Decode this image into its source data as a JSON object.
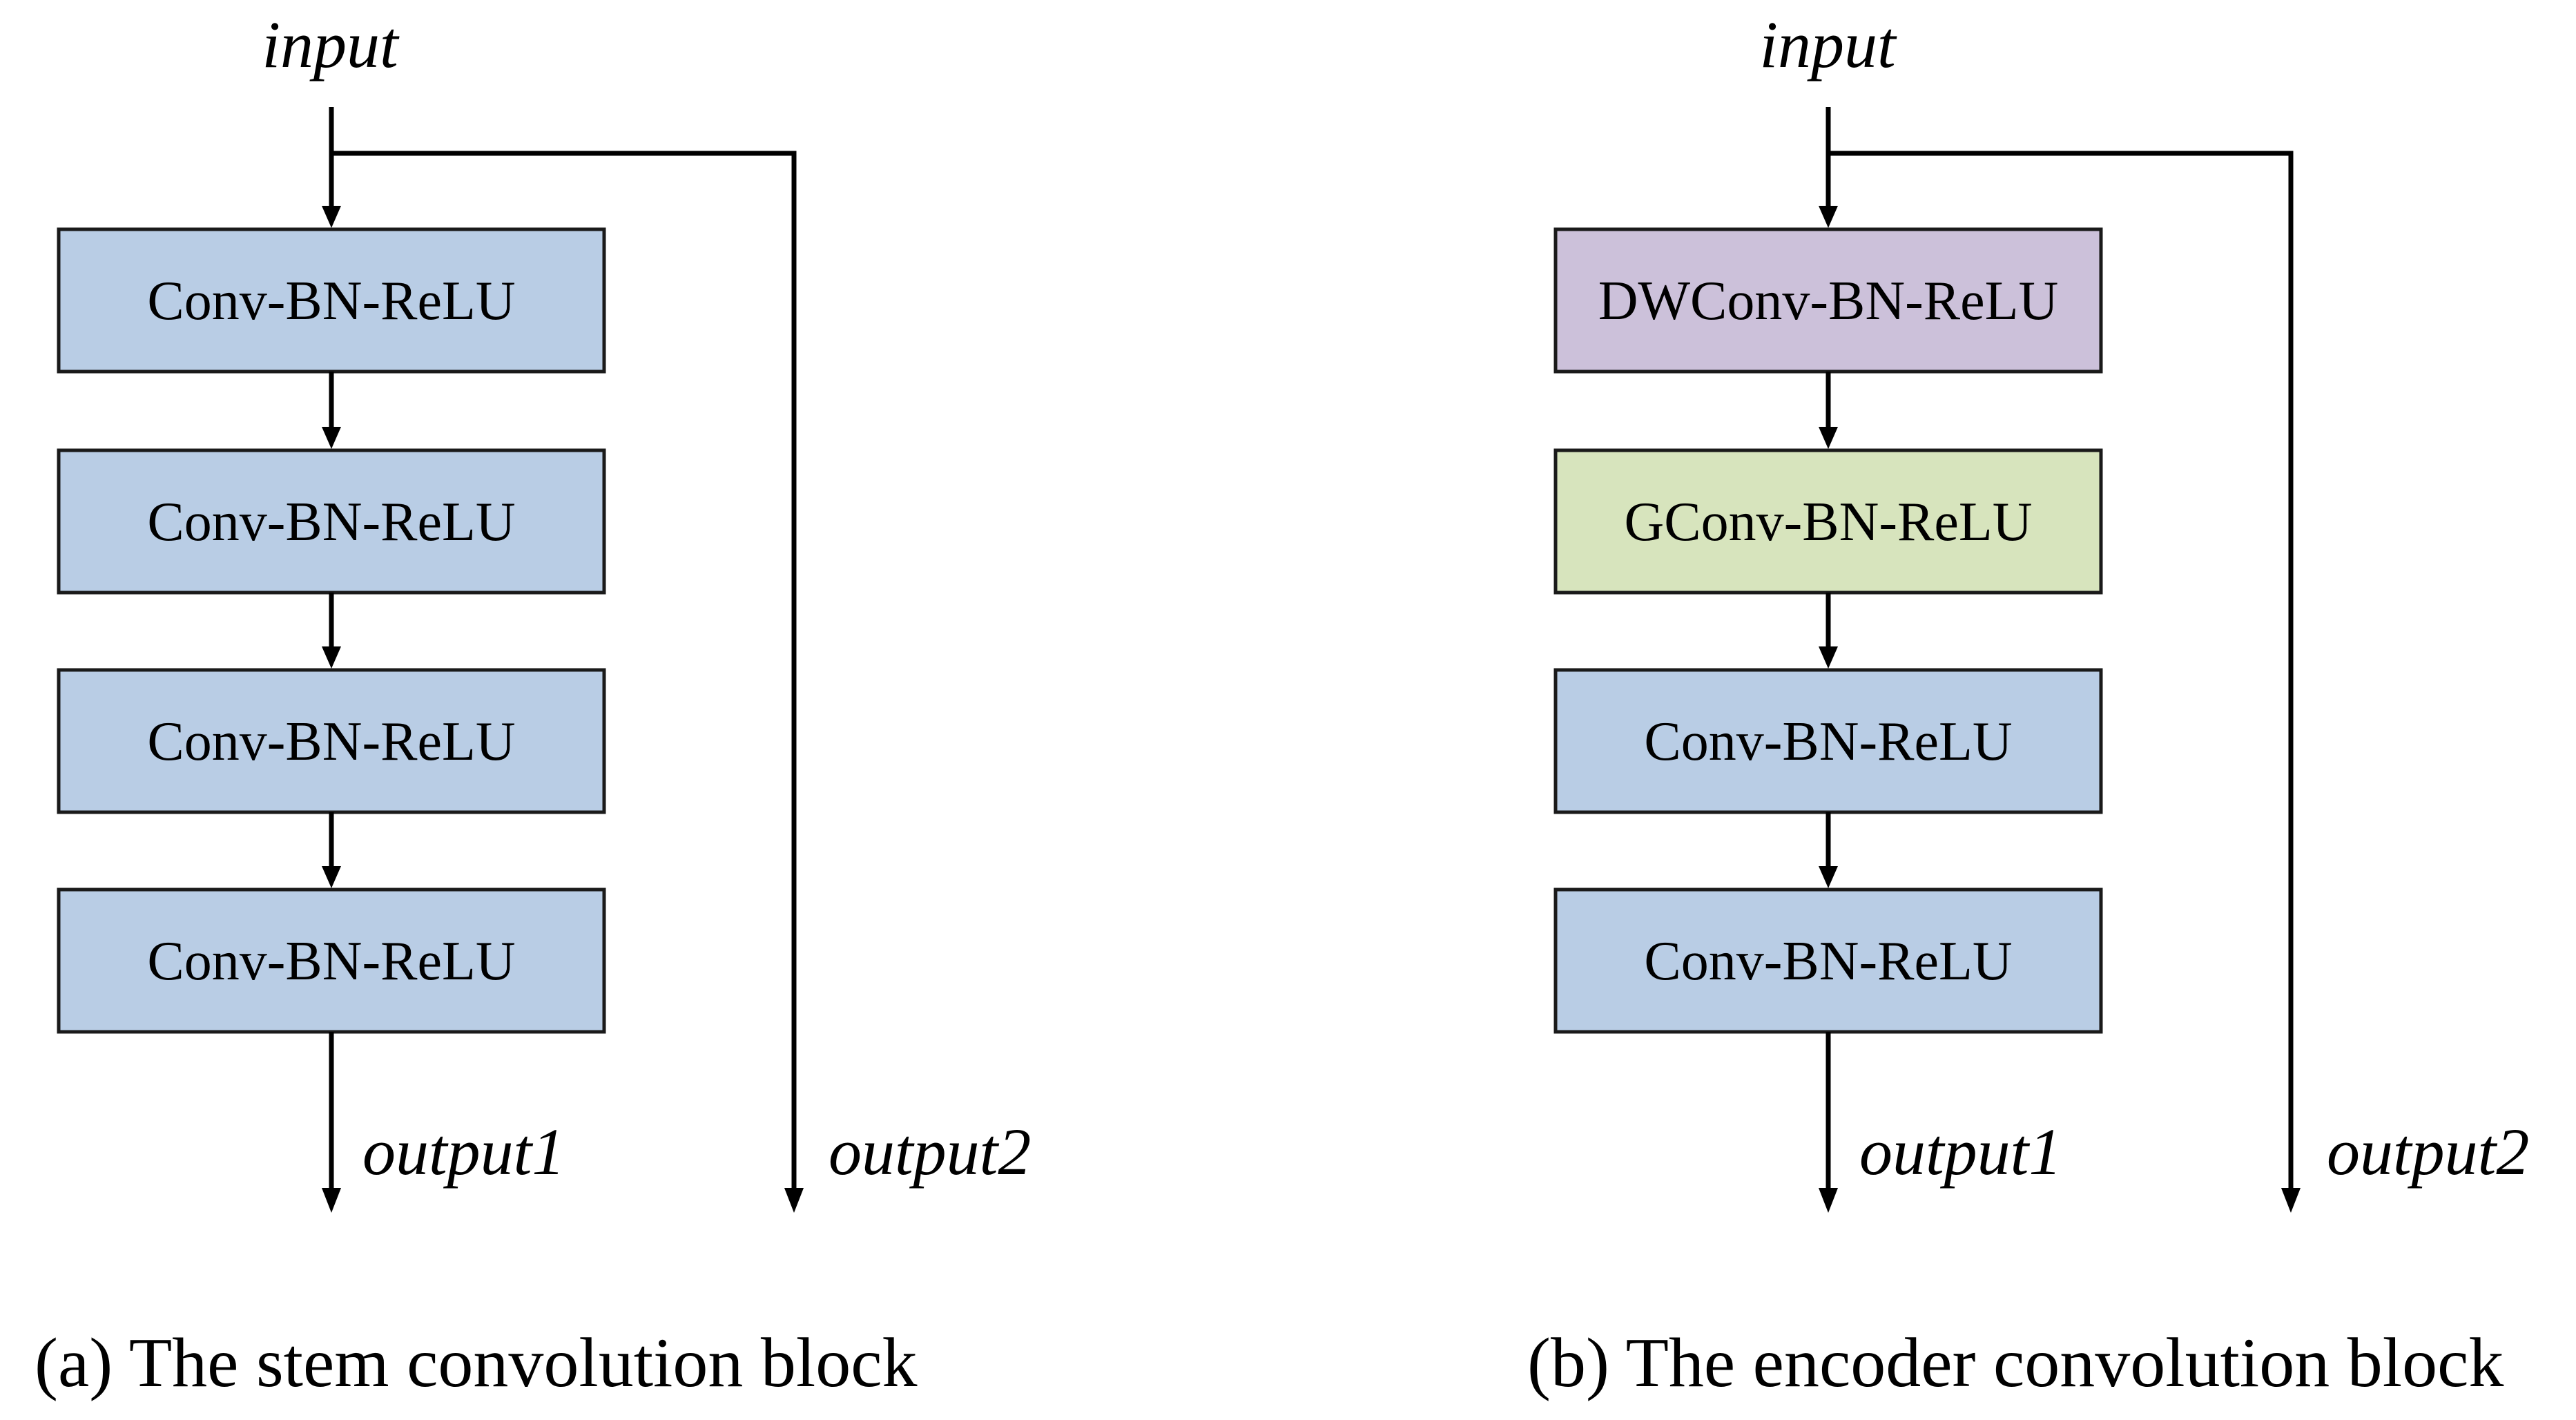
{
  "colors": {
    "conv_fill": "#B9CDE5",
    "dwconv_fill": "#CCC1DA",
    "gconv_fill": "#D7E4BD",
    "border": "#1a1a1a",
    "line": "#000000"
  },
  "panels": [
    {
      "caption": "(a) The stem convolution block",
      "input_label": "input",
      "output1_label": "output1",
      "output2_label": "output2",
      "blocks": [
        {
          "label": "Conv-BN-ReLU",
          "color": "#B9CDE5"
        },
        {
          "label": "Conv-BN-ReLU",
          "color": "#B9CDE5"
        },
        {
          "label": "Conv-BN-ReLU",
          "color": "#B9CDE5"
        },
        {
          "label": "Conv-BN-ReLU",
          "color": "#B9CDE5"
        }
      ]
    },
    {
      "caption": "(b) The encoder convolution block",
      "input_label": "input",
      "output1_label": "output1",
      "output2_label": "output2",
      "blocks": [
        {
          "label": "DWConv-BN-ReLU",
          "color": "#CCC1DA"
        },
        {
          "label": "GConv-BN-ReLU",
          "color": "#D7E4BD"
        },
        {
          "label": "Conv-BN-ReLU",
          "color": "#B9CDE5"
        },
        {
          "label": "Conv-BN-ReLU",
          "color": "#B9CDE5"
        }
      ]
    }
  ]
}
